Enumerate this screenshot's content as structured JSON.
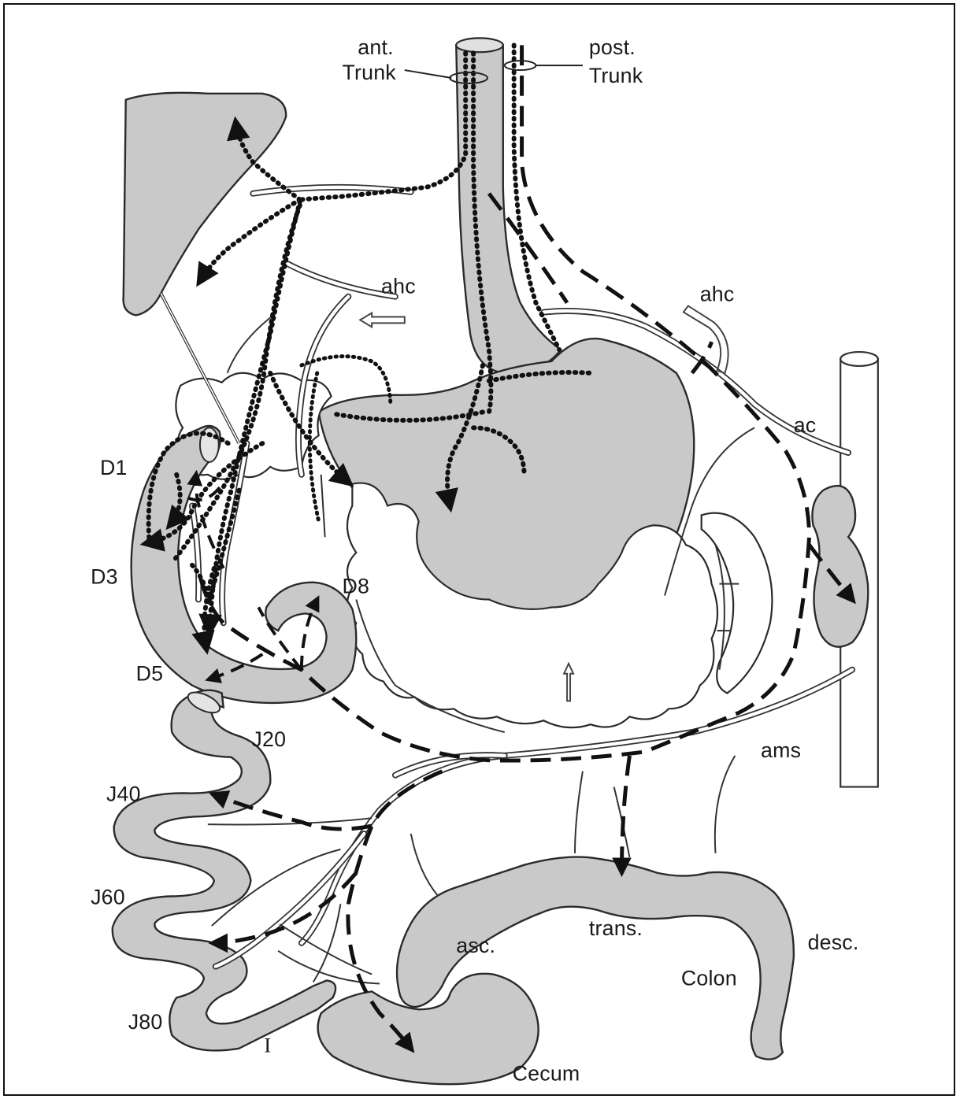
{
  "labels": {
    "ant_trunk_line1": "ant.",
    "ant_trunk_line2": "Trunk",
    "post_trunk_line1": "post.",
    "post_trunk_line2": "Trunk",
    "ahc_left": "ahc",
    "ahc_right": "ahc",
    "ac": "ac",
    "ams": "ams",
    "d1": "D1",
    "d3": "D3",
    "d5": "D5",
    "d8": "D8",
    "j20": "J20",
    "j40": "J40",
    "j60": "J60",
    "j80": "J80",
    "ileum": "I",
    "trans": "trans.",
    "asc": "asc.",
    "desc": "desc.",
    "colon": "Colon",
    "cecum": "Cecum"
  },
  "colors": {
    "organ_fill": "#c9c9c9",
    "line": "#111111",
    "background": "#ffffff"
  }
}
